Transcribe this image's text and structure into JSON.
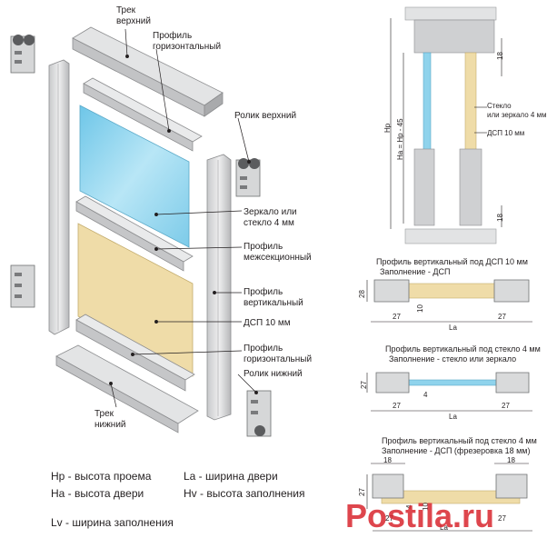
{
  "labels": {
    "track_top": "Трек\nверхний",
    "profile_horizontal_top": "Профиль\nгоризонтальный",
    "roller_top": "Ролик верхний",
    "mirror_or_glass": "Зеркало или\nстекло 4 мм",
    "profile_intersection": "Профиль\nмежсекционный",
    "profile_vertical": "Профиль\nвертикальный",
    "chipboard": "ДСП 10 мм",
    "profile_horizontal_bottom": "Профиль\nгоризонтальный",
    "roller_bottom": "Ролик нижний",
    "track_bottom": "Трек\nнижний"
  },
  "side_view": {
    "hp": "Hp",
    "ha_formula": "Ha = Hp - 45",
    "dim_18_top": "18",
    "dim_18_bottom": "18",
    "glass_label": "Стекло\nили зеркало 4 мм",
    "chipboard_label": "ДСП 10 мм"
  },
  "section_1": {
    "title": "Профиль вертикальный под ДСП 10 мм",
    "subtitle": "Заполнение - ДСП",
    "dim_height": "28",
    "dim_left": "27",
    "dim_right": "27",
    "dim_thickness": "10",
    "dim_width": "La"
  },
  "section_2": {
    "title": "Профиль вертикальный под стекло 4 мм",
    "subtitle": "Заполнение  - стекло или зеркало",
    "dim_height": "27",
    "dim_left": "27",
    "dim_right": "27",
    "dim_thickness": "4",
    "dim_width": "La"
  },
  "section_3": {
    "title": "Профиль вертикальный под стекло 4 мм",
    "subtitle": "Заполнение  - ДСП (фрезеровка 18 мм)",
    "dim_height": "27",
    "dim_top_left": "18",
    "dim_top_right": "18",
    "dim_left": "27",
    "dim_right": "27",
    "dim_thickness_a": "4",
    "dim_thickness_b": "10",
    "dim_width": "La"
  },
  "legend": {
    "hp": "Hp - высота проема",
    "la": "La - ширина двери",
    "ha": "Ha - высота двери",
    "hv": "Hv - высота заполнения",
    "lv": "Lv - ширина заполнения"
  },
  "watermark": "Postila.ru",
  "colors": {
    "glass": "#8fd3ec",
    "chipboard": "#efdca8",
    "metal": "#d9dadb",
    "metal_dark": "#9b9c9e",
    "watermark": "#d9262e"
  }
}
